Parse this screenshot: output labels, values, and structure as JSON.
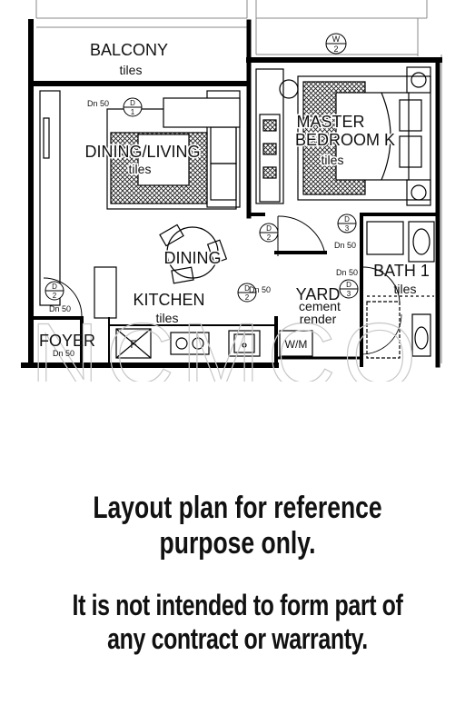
{
  "rooms": {
    "balcony": {
      "name": "BALCONY",
      "finish": "tiles"
    },
    "dining_living": {
      "name": "DINING/LIVING",
      "finish": "tiles"
    },
    "master_bedroom": {
      "name": "MASTER BEDROOM K",
      "name_line1": "MASTER",
      "name_line2": "BEDROOM K",
      "finish": "tiles"
    },
    "dining": {
      "name": "DINING"
    },
    "kitchen": {
      "name": "KITCHEN",
      "finish": "tiles"
    },
    "yard": {
      "name": "YARD",
      "finish_line1": "cement",
      "finish_line2": "render"
    },
    "bath": {
      "name": "BATH 1",
      "finish": "tiles"
    },
    "foyer": {
      "name": "FOYER"
    }
  },
  "annotations": {
    "dn50": "Dn 50",
    "fridge": "F",
    "washing_machine": "W/M"
  },
  "door_tags": [
    {
      "top": "D",
      "bottom": "1"
    },
    {
      "top": "D",
      "bottom": "2"
    },
    {
      "top": "D",
      "bottom": "3"
    },
    {
      "top": "D",
      "bottom": "2"
    },
    {
      "top": "D",
      "bottom": "2"
    },
    {
      "top": "D",
      "bottom": "3"
    }
  ],
  "window_tag": {
    "top": "W",
    "bottom": "2"
  },
  "watermark": "NCMCO",
  "disclaimer": {
    "line1": "Layout plan for reference purpose only.",
    "line2": "It is not intended to form part of any contract or warranty."
  }
}
